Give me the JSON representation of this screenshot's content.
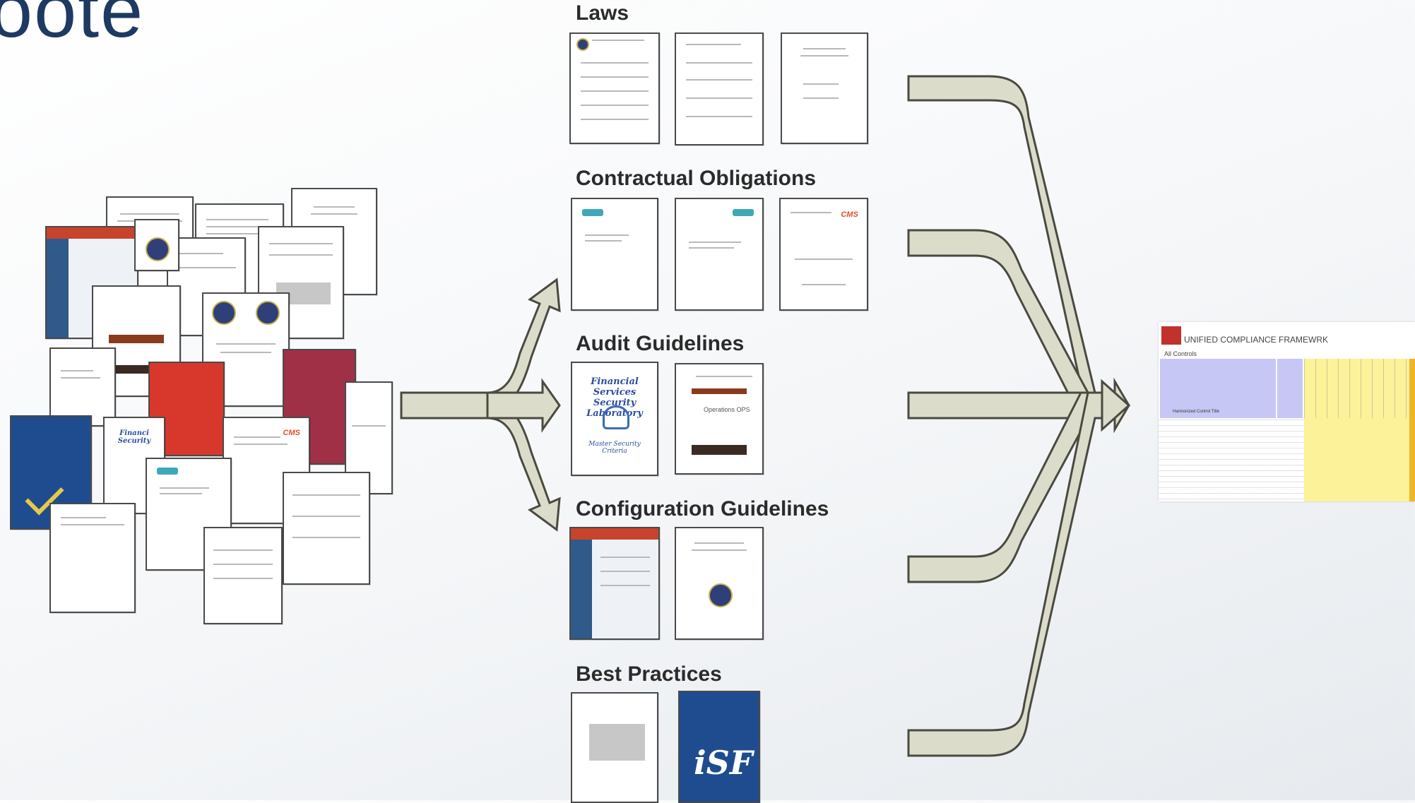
{
  "slide": {
    "title_fragment": "oote"
  },
  "categories": [
    {
      "id": "laws",
      "label": "Laws"
    },
    {
      "id": "contractual",
      "label": "Contractual Obligations"
    },
    {
      "id": "audit",
      "label": "Audit Guidelines"
    },
    {
      "id": "configuration",
      "label": "Configuration Guidelines"
    },
    {
      "id": "best",
      "label": "Best Practices"
    }
  ],
  "documents": {
    "isf_text": "iSF",
    "cms_text": "CMS",
    "fs_title": "Financial Services Security Laboratory",
    "fs_sub": "Master Security Criteria",
    "ops_text": "Operations OPS"
  },
  "ucf": {
    "title": "UNIFIED COMPLIANCE FRAMEWRK",
    "subtitle": "All Controls",
    "column_header": "Harmonized Control Title"
  },
  "colors": {
    "arrow_fill": "#dcdccb",
    "arrow_stroke": "#4a4a40",
    "title_blue": "#1e3a63"
  }
}
